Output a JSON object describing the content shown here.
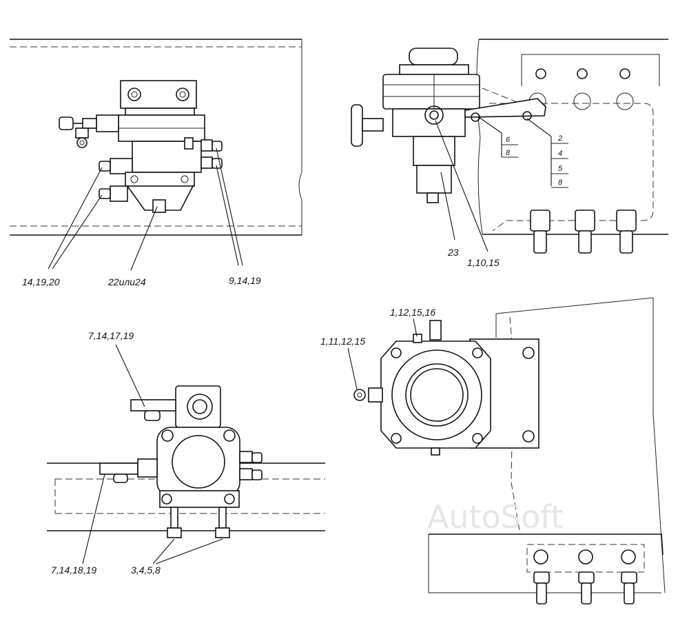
{
  "views": {
    "top_left": {
      "labels": [
        "14,19,20",
        "22или24",
        "9,14,19"
      ]
    },
    "top_right": {
      "labels": [
        "23",
        "1,10,15"
      ],
      "table": [
        "6",
        "8",
        "2",
        "4",
        "5",
        "8"
      ]
    },
    "bottom_left": {
      "labels": [
        "7,14,17,19",
        "7,14,18,19",
        "3,4,5,8"
      ]
    },
    "bottom_right": {
      "labels": [
        "1,12,15,16",
        "1,11,12,15"
      ]
    }
  },
  "watermark": "AutoSoft"
}
